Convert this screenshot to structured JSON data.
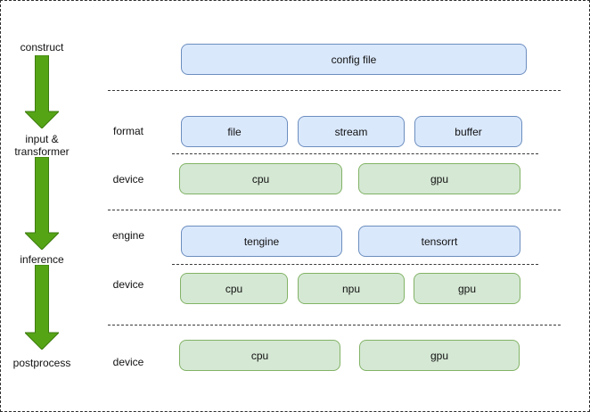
{
  "diagram": {
    "flow_stages": [
      {
        "label": "construct"
      },
      {
        "label": "input &\ntransformer"
      },
      {
        "label": "inference"
      },
      {
        "label": "postprocess"
      }
    ],
    "rows": [
      {
        "label": "",
        "boxes": [
          {
            "text": "config file"
          }
        ]
      },
      {
        "label": "format",
        "boxes": [
          {
            "text": "file"
          },
          {
            "text": "stream"
          },
          {
            "text": "buffer"
          }
        ]
      },
      {
        "label": "device",
        "boxes": [
          {
            "text": "cpu"
          },
          {
            "text": "gpu"
          }
        ]
      },
      {
        "label": "engine",
        "boxes": [
          {
            "text": "tengine"
          },
          {
            "text": "tensorrt"
          }
        ]
      },
      {
        "label": "device",
        "boxes": [
          {
            "text": "cpu"
          },
          {
            "text": "npu"
          },
          {
            "text": "gpu"
          }
        ]
      },
      {
        "label": "device",
        "boxes": [
          {
            "text": "cpu"
          },
          {
            "text": "gpu"
          }
        ]
      }
    ],
    "colors": {
      "box_blue_fill": "#dae8fc",
      "box_blue_border": "#6c8ebf",
      "box_green_fill": "#d5e8d4",
      "box_green_border": "#82b366",
      "arrow_fill": "#55a416",
      "arrow_border": "#3e7c10",
      "separator": "#3a3a3a"
    }
  }
}
